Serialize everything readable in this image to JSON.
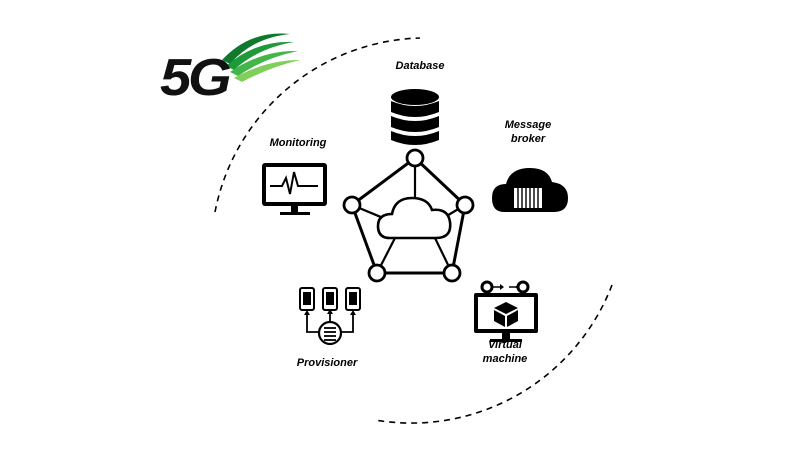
{
  "logo": {
    "text": "5G",
    "text_color": "#111111",
    "swoosh_colors": [
      "#0f7a2e",
      "#1f9a3a",
      "#43b649",
      "#7fcf5a"
    ]
  },
  "diagram": {
    "center_icon": "cloud-icon",
    "nodes": [
      {
        "id": "database",
        "label": "Database",
        "icon": "database-icon"
      },
      {
        "id": "message-broker",
        "label": "Message\nbroker",
        "icon": "message-broker-cloud-icon"
      },
      {
        "id": "virtual-machine",
        "label": "Virtual\nmachine",
        "icon": "virtual-machine-monitor-icon"
      },
      {
        "id": "provisioner",
        "label": "Provisioner",
        "icon": "provisioner-icon"
      },
      {
        "id": "monitoring",
        "label": "Monitoring",
        "icon": "monitoring-icon"
      }
    ],
    "line_color": "#000000",
    "node_fill": "#ffffff"
  }
}
